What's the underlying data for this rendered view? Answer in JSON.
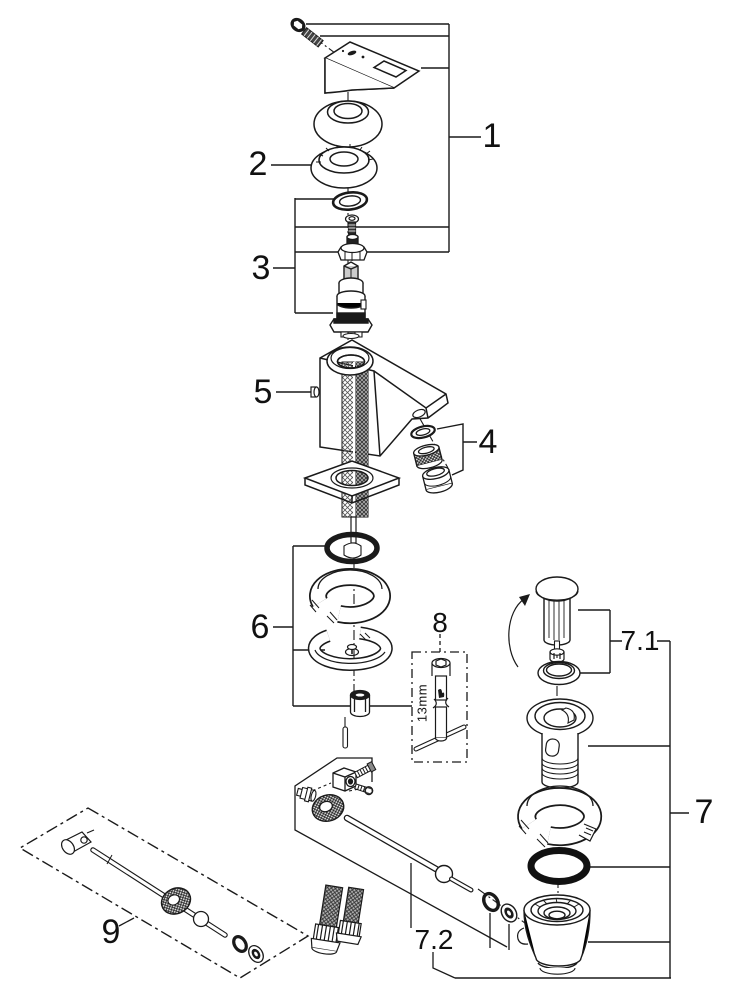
{
  "diagram": {
    "type": "exploded-parts-diagram",
    "subject": "single-hole-basin-faucet-with-pop-up-drain",
    "colors": {
      "line": "#1a1a1a",
      "background": "#ffffff",
      "oring": "#111111"
    },
    "labels": {
      "part1": {
        "text": "1"
      },
      "part2": {
        "text": "2"
      },
      "part3": {
        "text": "3"
      },
      "part4": {
        "text": "4"
      },
      "part5": {
        "text": "5"
      },
      "part6": {
        "text": "6"
      },
      "part7": {
        "text": "7"
      },
      "part7_1": {
        "text": "7.1"
      },
      "part7_2": {
        "text": "7.2"
      },
      "part8": {
        "text": "8"
      },
      "part9": {
        "text": "9"
      },
      "tool_size": {
        "text": "13mm"
      }
    }
  }
}
